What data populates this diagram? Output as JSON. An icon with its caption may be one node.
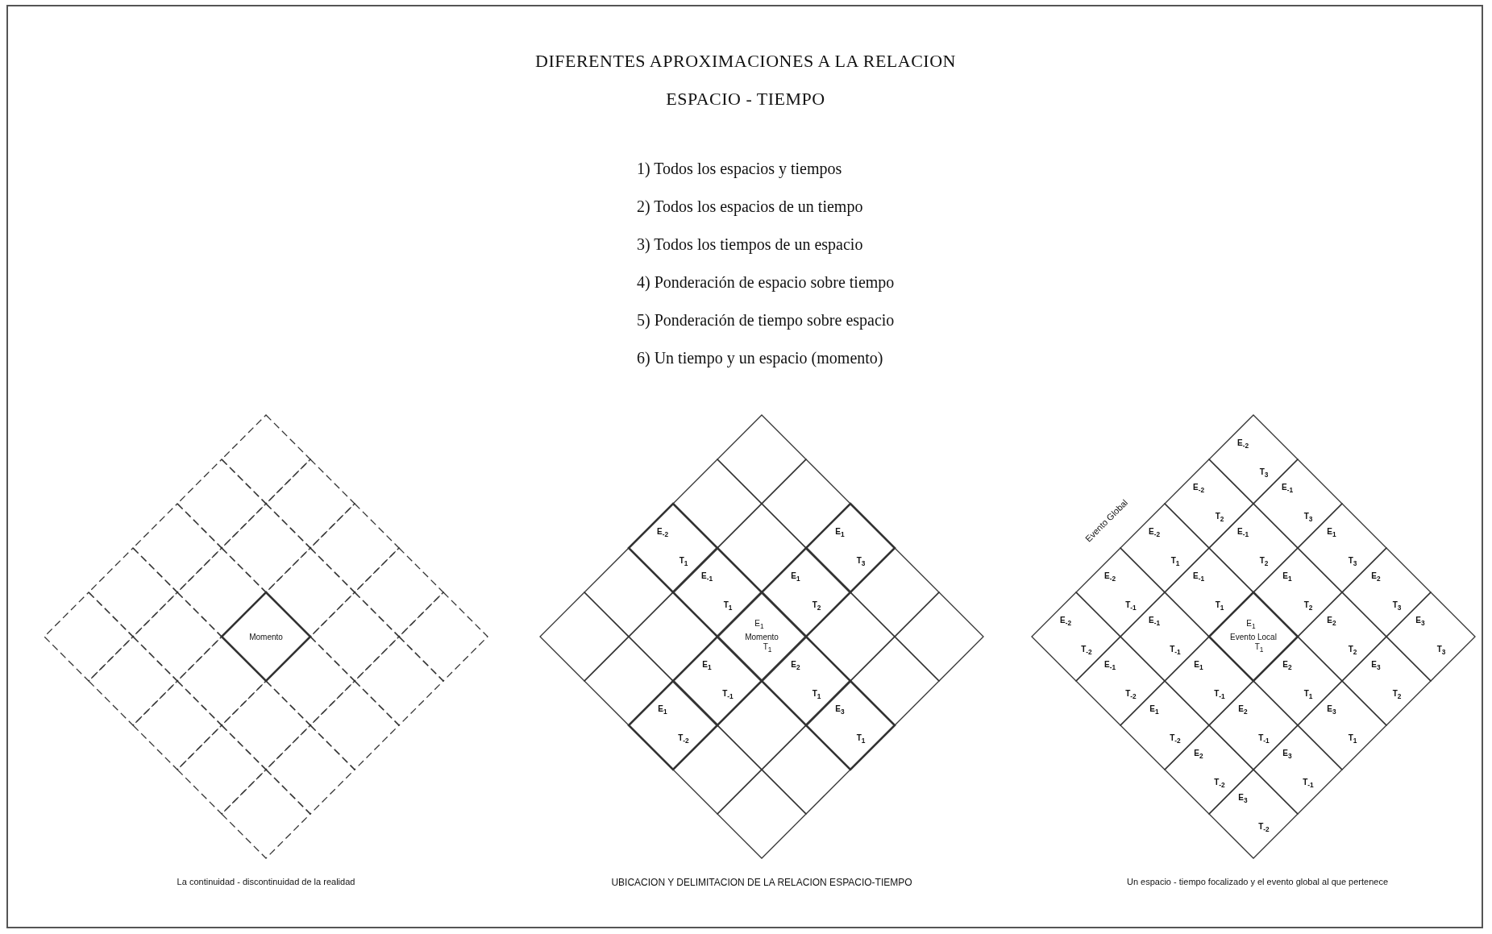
{
  "diagram": {
    "title": "DIFERENTES APROXIMACIONES A LA RELACION ESPACIO - TIEMPO",
    "nodes": [
      {
        "text": [],
        "shape": "diamond"
      },
      {
        "text": [],
        "shape": "diamond"
      },
      {
        "text": [],
        "shape": "diamond"
      },
      {
        "text": [],
        "shape": "diamond"
      },
      {
        "text": [],
        "shape": "diamond"
      },
      {
        "text": [],
        "shape": "diamond"
      },
      {
        "text": [],
        "shape": "diamond"
      },
      {
        "text": [],
        "shape": "diamond"
      },
      {
        "text": [],
        "shape": "diamond"
      },
      {
        "text": [],
        "shape": "diamond"
      },
      {
        "text": [],
        "shape": "diamond"
      },
      {
        "text": [],
        "shape": "diamond"
      },
      {
        "text": [
          "Momento"
        ]
      },
      {
        "text": [],
        "shape": "diamond"
      },
      {
        "text": [],
        "shape": "diamond"
      },
      {
        "text": [],
        "shape": "diamond"
      },
      {
        "text": [],
        "shape": "diamond"
      },
      {
        "text": [],
        "shape": "diamond"
      },
      {
        "text": [],
        "shape": "diamond"
      },
      {
        "text": [],
        "shape": "diamond"
      },
      {
        "text": [],
        "shape": "diamond"
      },
      {
        "text": [],
        "shape": "diamond"
      },
      {
        "text": [],
        "shape": "diamond"
      },
      {
        "text": [],
        "shape": "diamond"
      },
      {
        "text": [],
        "shape": "diamond"
      },
      {
        "text": [],
        "shape": "diamond"
      },
      {
        "text": [],
        "shape": "diamond"
      },
      {
        "text": [
          "E$_{-2}$",
          "T$_{1}$"
        ]
      },
      {
        "text": [],
        "shape": "diamond"
      },
      {
        "text": [],
        "shape": "diamond"
      },
      {
        "text": [],
        "shape": "diamond"
      },
      {
        "text": [],
        "shape": "diamond"
      },
      {
        "text": [
          "E$_{-1}$",
          "T$_{1}$"
        ]
      },
      {
        "text": [],
        "shape": "diamond"
      },
      {
        "text": [],
        "shape": "diamond"
      },
      {
        "text": [
          "E$_{1}$",
          "T$_{3}$"
        ]
      },
      {
        "text": [
          "E$_{1}$",
          "T$_{2}$"
        ]
      },
      {
        "text": [
          "E$_{1}$",
          "Momento",
          "T$_{1}$"
        ]
      },
      {
        "text": [
          "E$_{1}$",
          "T$_{-1}$"
        ]
      },
      {
        "text": [
          "E$_{1}$",
          "T$_{-2}$"
        ]
      },
      {
        "text": [],
        "shape": "diamond"
      },
      {
        "text": [],
        "shape": "diamond"
      },
      {
        "text": [
          "E$_{2}$",
          "T$_{1}$"
        ]
      },
      {
        "text": [],
        "shape": "diamond"
      },
      {
        "text": [],
        "shape": "diamond"
      },
      {
        "text": [],
        "shape": "diamond"
      },
      {
        "text": [],
        "shape": "diamond"
      },
      {
        "text": [
          "E$_{3}$",
          "T$_{1}$"
        ]
      },
      {
        "text": [],
        "shape": "diamond"
      },
      {
        "text": [],
        "shape": "diamond"
      },
      {
        "text": [
          "E$_{-2}$",
          "T$_{3}$"
        ]
      },
      {
        "text": [
          "E$_{-2}$",
          "T$_{2}$"
        ]
      },
      {
        "text": [
          "E$_{-2}$",
          "T$_{1}$"
        ]
      },
      {
        "text": [
          "E$_{-2}$",
          "T$_{-1}$"
        ]
      },
      {
        "text": [
          "E$_{-2}$",
          "T$_{-2}$"
        ]
      },
      {
        "text": [
          "E$_{-1}$",
          "T$_{3}$"
        ]
      },
      {
        "text": [
          "E$_{-1}$",
          "T$_{2}$"
        ]
      },
      {
        "text": [
          "E$_{-1}$",
          "T$_{1}$"
        ]
      },
      {
        "text": [
          "E$_{-1}$",
          "T$_{-1}$"
        ]
      },
      {
        "text": [
          "E$_{-1}$",
          "T$_{-2}$"
        ]
      },
      {
        "text": [
          "E$_{1}$",
          "T$_{3}$"
        ]
      },
      {
        "text": [
          "E$_{1}$",
          "T$_{2}$"
        ]
      },
      {
        "text": [
          "E$_{1}$",
          "Evento Local",
          "T$_{1}$"
        ]
      },
      {
        "text": [
          "E$_{1}$",
          "T$_{-1}$"
        ]
      },
      {
        "text": [
          "E$_{1}$",
          "T$_{-2}$"
        ]
      },
      {
        "text": [
          "E$_{2}$",
          "T$_{3}$"
        ]
      },
      {
        "text": [
          "E$_{2}$",
          "T$_{2}$"
        ]
      },
      {
        "text": [
          "E$_{2}$",
          "T$_{1}$"
        ]
      },
      {
        "text": [
          "E$_{2}$",
          "T$_{-1}$"
        ]
      },
      {
        "text": [
          "E$_{2}$",
          "T$_{-2}$"
        ]
      },
      {
        "text": [
          "E$_{3}$",
          "T$_{3}$"
        ]
      },
      {
        "text": [
          "E$_{3}$",
          "T$_{2}$"
        ]
      },
      {
        "text": [
          "E$_{3}$",
          "T$_{1}$"
        ]
      },
      {
        "text": [
          "E$_{3}$",
          "T$_{-1}$"
        ]
      },
      {
        "text": [
          "E$_{3}$",
          "T$_{-2}$"
        ]
      }
    ],
    "labels": [
      "1) Todos los espacios y tiempos",
      "2) Todos los espacios de un tiempo",
      "3) Todos los tiempos de un espacio",
      "4) Ponderación de espacio sobre tiempo",
      "5) Ponderación de tiempo sobre espacio",
      "6) Un tiempo y un espacio (momento)",
      "Evento Global",
      "La continuidad - discontinuidad de la realidad",
      "UBICACION Y DELIMITACION DE LA RELACION ESPACIO-TIEMPO",
      "Un espacio - tiempo focalizado y el evento global al que pertenece"
    ]
  }
}
